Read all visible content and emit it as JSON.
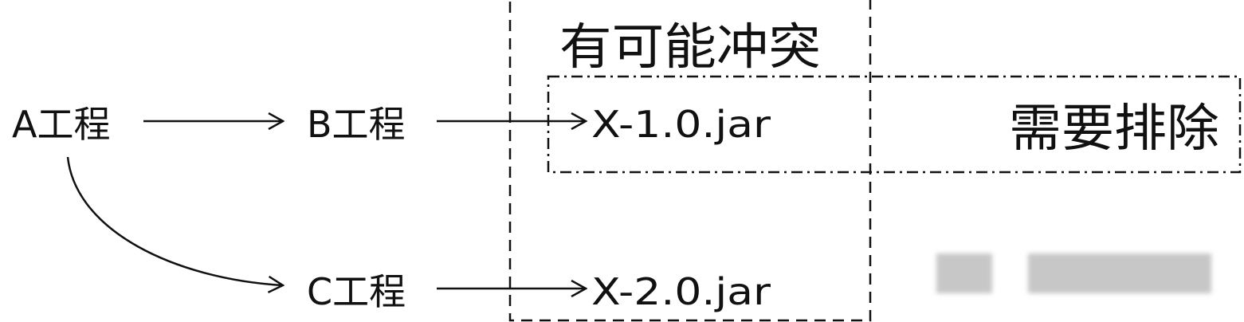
{
  "nodes": {
    "a": "A工程",
    "b": "B工程",
    "c": "C工程",
    "x1": "X-1.0.jar",
    "x2": "X-2.0.jar"
  },
  "labels": {
    "conflict": "有可能冲突",
    "exclude": "需要排除"
  },
  "colors": {
    "line": "#111111",
    "background": "#ffffff"
  }
}
